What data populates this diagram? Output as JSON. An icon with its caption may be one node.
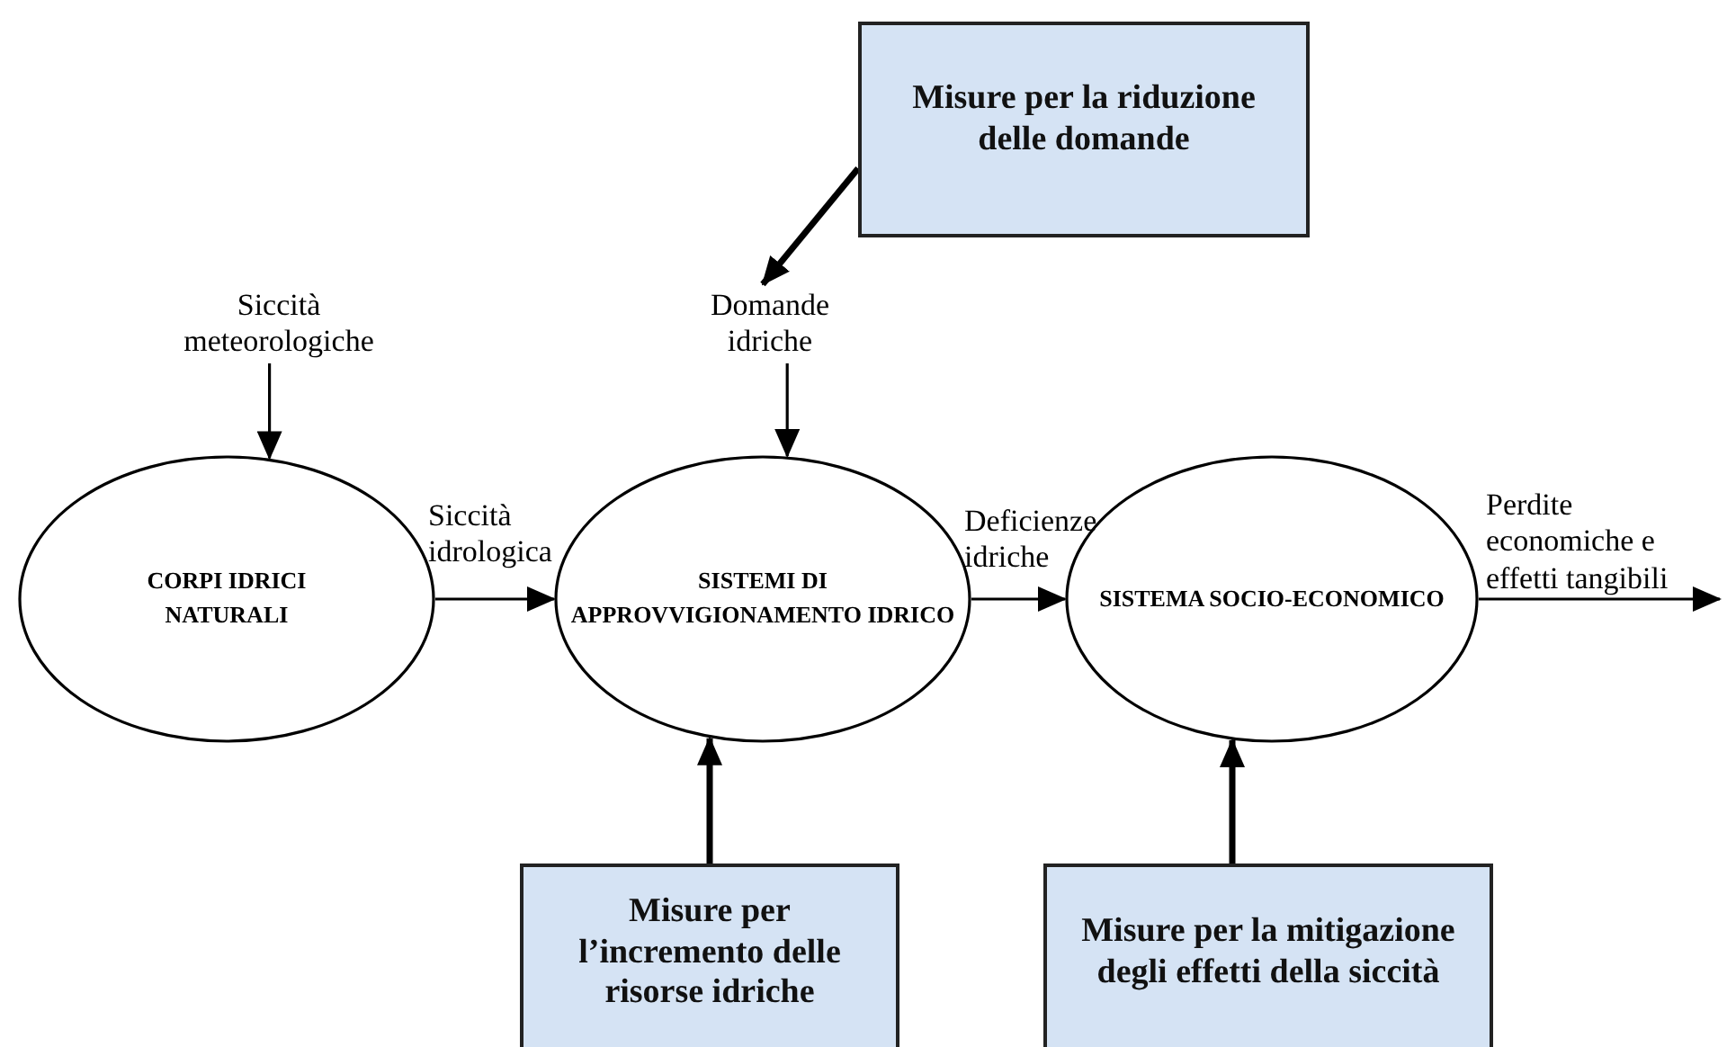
{
  "diagram": {
    "nodes": [
      {
        "text": [
          "Misure per la riduzione delle domande"
        ]
      },
      {
        "text": [
          "Domande idriche"
        ]
      },
      {
        "text": [
          "Siccità meteorologiche"
        ]
      },
      {
        "text": [
          "CORPI IDRICI NATURALI"
        ]
      },
      {
        "text": [
          "SISTEMI DI APPROVVIGIONAMENTO IDRICO"
        ]
      },
      {
        "text": [
          "SISTEMA SOCIO-ECONOMICO"
        ]
      },
      {
        "text": [
          "Misure per l’incremento delle risorse idriche"
        ]
      },
      {
        "text": [
          "Misure per la mitigazione degli effetti della siccità"
        ]
      }
    ],
    "edges": [
      {
        "from": 0,
        "to": 1,
        "arrow": "to",
        "style": "thick"
      },
      {
        "from": 1,
        "to": 4,
        "arrow": "to"
      },
      {
        "from": 2,
        "to": 3,
        "arrow": "to"
      },
      {
        "from": 3,
        "to": 4,
        "arrow": "to",
        "label": "Siccità idrologica"
      },
      {
        "from": 4,
        "to": 5,
        "arrow": "to",
        "label": "Deficienze idriche"
      },
      {
        "from": 5,
        "to": null,
        "arrow": "to",
        "label": "Perdite economiche e effetti tangibili"
      },
      {
        "from": 6,
        "to": 4,
        "arrow": "to",
        "style": "thick"
      },
      {
        "from": 7,
        "to": 5,
        "arrow": "to",
        "style": "thick"
      }
    ]
  }
}
